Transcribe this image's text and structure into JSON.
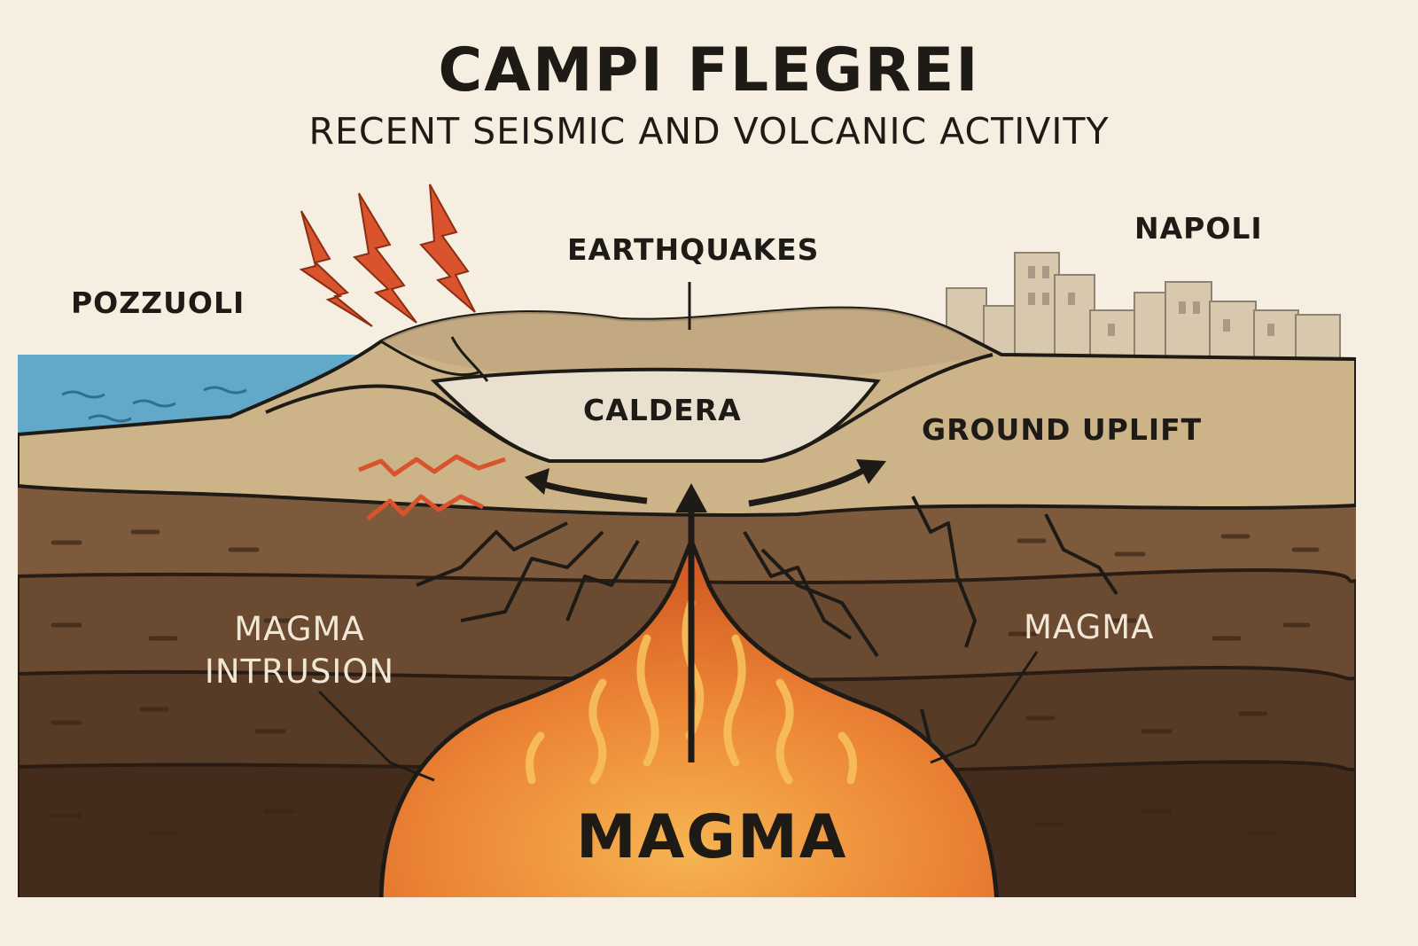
{
  "title": "CAMPI FLEGREI",
  "subtitle": "RECENT SEISMIC AND VOLCANIC ACTIVITY",
  "labels": {
    "pozzuoli": "POZZUOLI",
    "napoli": "NAPOLI",
    "earthquakes": "EARTHQUAKES",
    "caldera": "CALDERA",
    "ground_uplift": "GROUND UPLIFT",
    "magma_intrusion_line1": "MAGMA",
    "magma_intrusion_line2": "INTRUSION",
    "magma_right": "MAGMA",
    "magma_main": "MAGMA"
  },
  "colors": {
    "background": "#f6efe1",
    "sea": "#62a8c9",
    "ground_surface": "#cdb388",
    "caldera": "#e9e0cf",
    "soil_1": "#7e5a3c",
    "soil_2": "#6a4a30",
    "soil_3": "#563b26",
    "soil_4": "#432c1c",
    "magma": "#e8772e",
    "lightning": "#d9532d",
    "ink": "#1e1b17"
  }
}
